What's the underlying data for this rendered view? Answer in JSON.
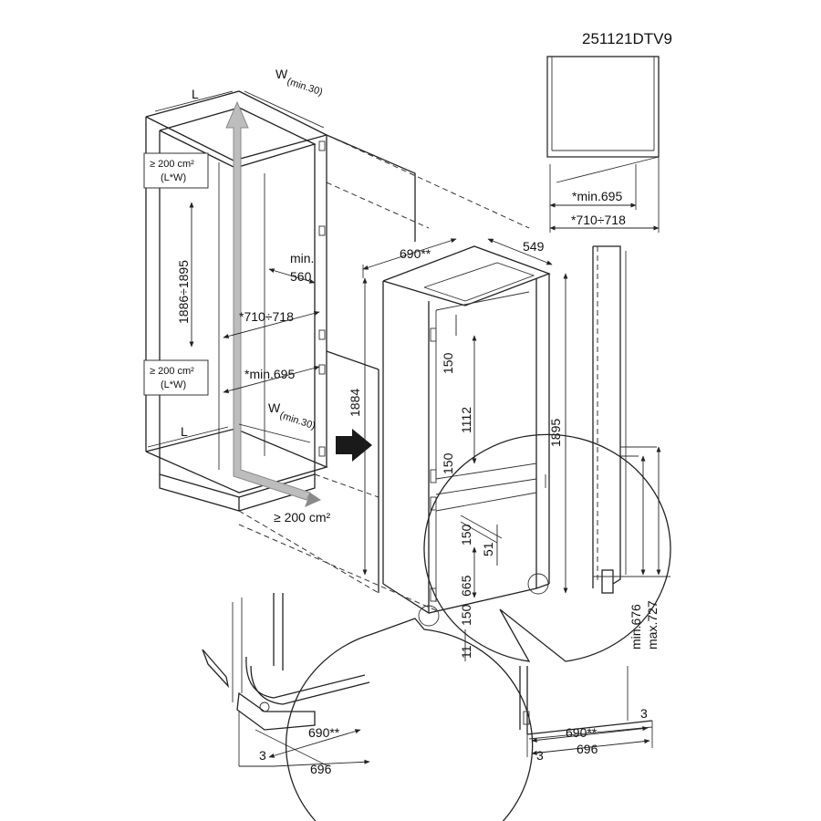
{
  "model_code": "251121DTV9",
  "niche": {
    "dim_L_top": "L",
    "dim_W_top": "W",
    "dim_W_top_sub": "(min.30)",
    "vent_top_line1": "≥ 200 cm²",
    "vent_top_line2": "(L*W)",
    "height_range": "1886÷1895",
    "min_depth_label1": "min.",
    "min_depth_label2": "560",
    "width_range": "*710÷718",
    "min_width": "*min.695",
    "vent_bottom_line1": "≥ 200 cm²",
    "vent_bottom_line2": "(L*W)",
    "dim_W_bottom": "W",
    "dim_W_bottom_sub": "(min.30)",
    "dim_L_bottom": "L",
    "vent_floor": "≥ 200 cm²"
  },
  "appliance": {
    "depth": "690**",
    "width": "549",
    "height": "1884",
    "total_height": "1895",
    "gap_top": "150",
    "upper_section": "1112",
    "gap_middle": "150",
    "gap_lower": "150",
    "door_offset": "51",
    "lower_section": "665",
    "gap_bottom": "150",
    "base_gap": "11"
  },
  "top_view": {
    "min_width": "*min.695",
    "width_range": "*710÷718"
  },
  "side_view": {
    "min_height": "min.676",
    "max_height": "max.727"
  },
  "detail_left": {
    "depth": "690**",
    "gap": "3",
    "total": "696"
  },
  "detail_right": {
    "gap_right": "3",
    "depth": "690**",
    "gap_left": "3",
    "total": "696"
  }
}
